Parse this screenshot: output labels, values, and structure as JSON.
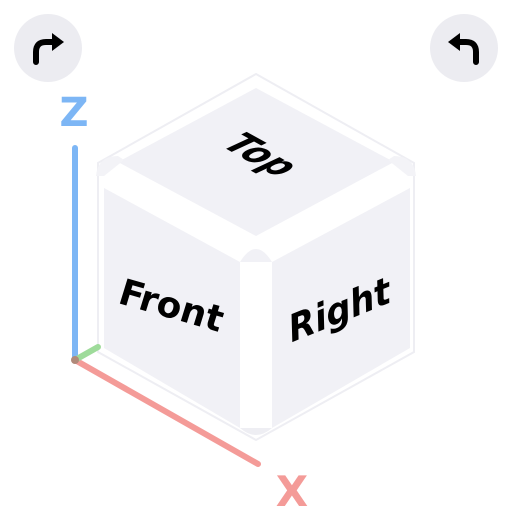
{
  "faces": {
    "top": "Top",
    "front": "Front",
    "right": "Right"
  },
  "axes": {
    "z": {
      "label": "Z",
      "color": "#7db6f5"
    },
    "x": {
      "label": "X",
      "color": "#f49b98"
    },
    "y": {
      "color": "#9edb9a"
    }
  },
  "buttons": {
    "rotate_left_icon": "curved-arrow-right-icon",
    "rotate_right_icon": "curved-arrow-left-icon"
  },
  "colors": {
    "face_fill": "#f1f1f6",
    "edge_fill": "#ffffff",
    "button_bg": "#ececf1",
    "icon": "#000000"
  }
}
